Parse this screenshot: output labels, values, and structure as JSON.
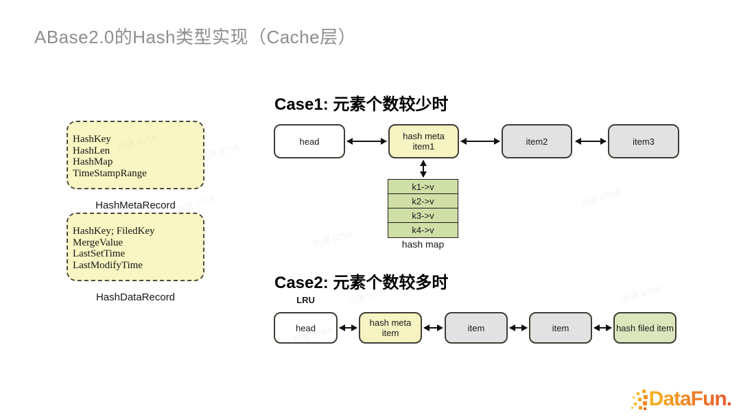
{
  "slide": {
    "title": "ABase2.0的Hash类型实现（Cache层）"
  },
  "records": [
    {
      "fields": [
        "HashKey",
        "HashLen",
        "HashMap",
        "TimeStampRange"
      ],
      "label": "HashMetaRecord"
    },
    {
      "fields": [
        "HashKey; FiledKey",
        "MergeValue",
        "LastSetTime",
        "LastModifyTime"
      ],
      "label": "HashDataRecord"
    }
  ],
  "case1": {
    "title": "Case1: 元素个数较少时",
    "nodes": {
      "head": "head",
      "meta_line1": "hash meta",
      "meta_line2": "item1",
      "item2": "item2",
      "item3": "item3"
    },
    "hashmap": {
      "rows": [
        "k1->v",
        "k2->v",
        "k3->v",
        "k4->v"
      ],
      "label": "hash map"
    }
  },
  "case2": {
    "title": "Case2: 元素个数较多时",
    "lru": "LRU",
    "nodes": {
      "head": "head",
      "meta": "hash meta item",
      "item_a": "item",
      "item_b": "item",
      "field": "hash filed item"
    }
  },
  "watermark": {
    "text": "刘建 6754"
  },
  "logo": {
    "text": "DataFun."
  },
  "colors": {
    "title_gray": "#8e8e8e",
    "record_yellow": "#f9f6c3",
    "node_yellow": "#f6f3c3",
    "node_gray": "#e2e2e2",
    "node_green": "#dce6bd",
    "hashmap_green": "#cfdfa6",
    "logo_orange_start": "#f6b21b",
    "logo_orange_end": "#e8542a"
  }
}
